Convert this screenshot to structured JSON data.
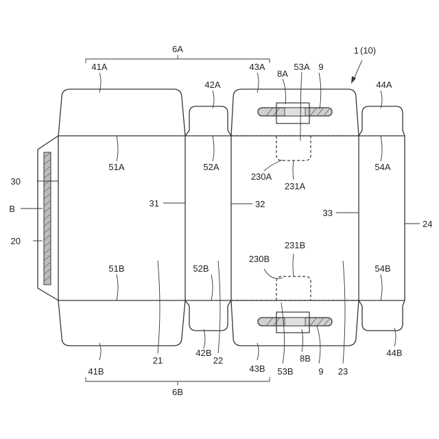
{
  "labels": {
    "ref_1": "1",
    "ref_10": "(10)",
    "ref_6A": "6A",
    "ref_6B": "6B",
    "ref_41A": "41A",
    "ref_41B": "41B",
    "ref_42A": "42A",
    "ref_42B": "42B",
    "ref_43A": "43A",
    "ref_43B": "43B",
    "ref_44A": "44A",
    "ref_44B": "44B",
    "ref_51A": "51A",
    "ref_51B": "51B",
    "ref_52A": "52A",
    "ref_52B": "52B",
    "ref_53A": "53A",
    "ref_53B": "53B",
    "ref_54A": "54A",
    "ref_54B": "54B",
    "ref_8A": "8A",
    "ref_8B": "8B",
    "ref_9_top": "9",
    "ref_9_bottom": "9",
    "ref_230A": "230A",
    "ref_230B": "230B",
    "ref_231A": "231A",
    "ref_231B": "231B",
    "ref_30": "30",
    "ref_B": "B",
    "ref_20": "20",
    "ref_31": "31",
    "ref_32": "32",
    "ref_33": "33",
    "ref_24": "24",
    "ref_21": "21",
    "ref_22": "22",
    "ref_23": "23"
  }
}
